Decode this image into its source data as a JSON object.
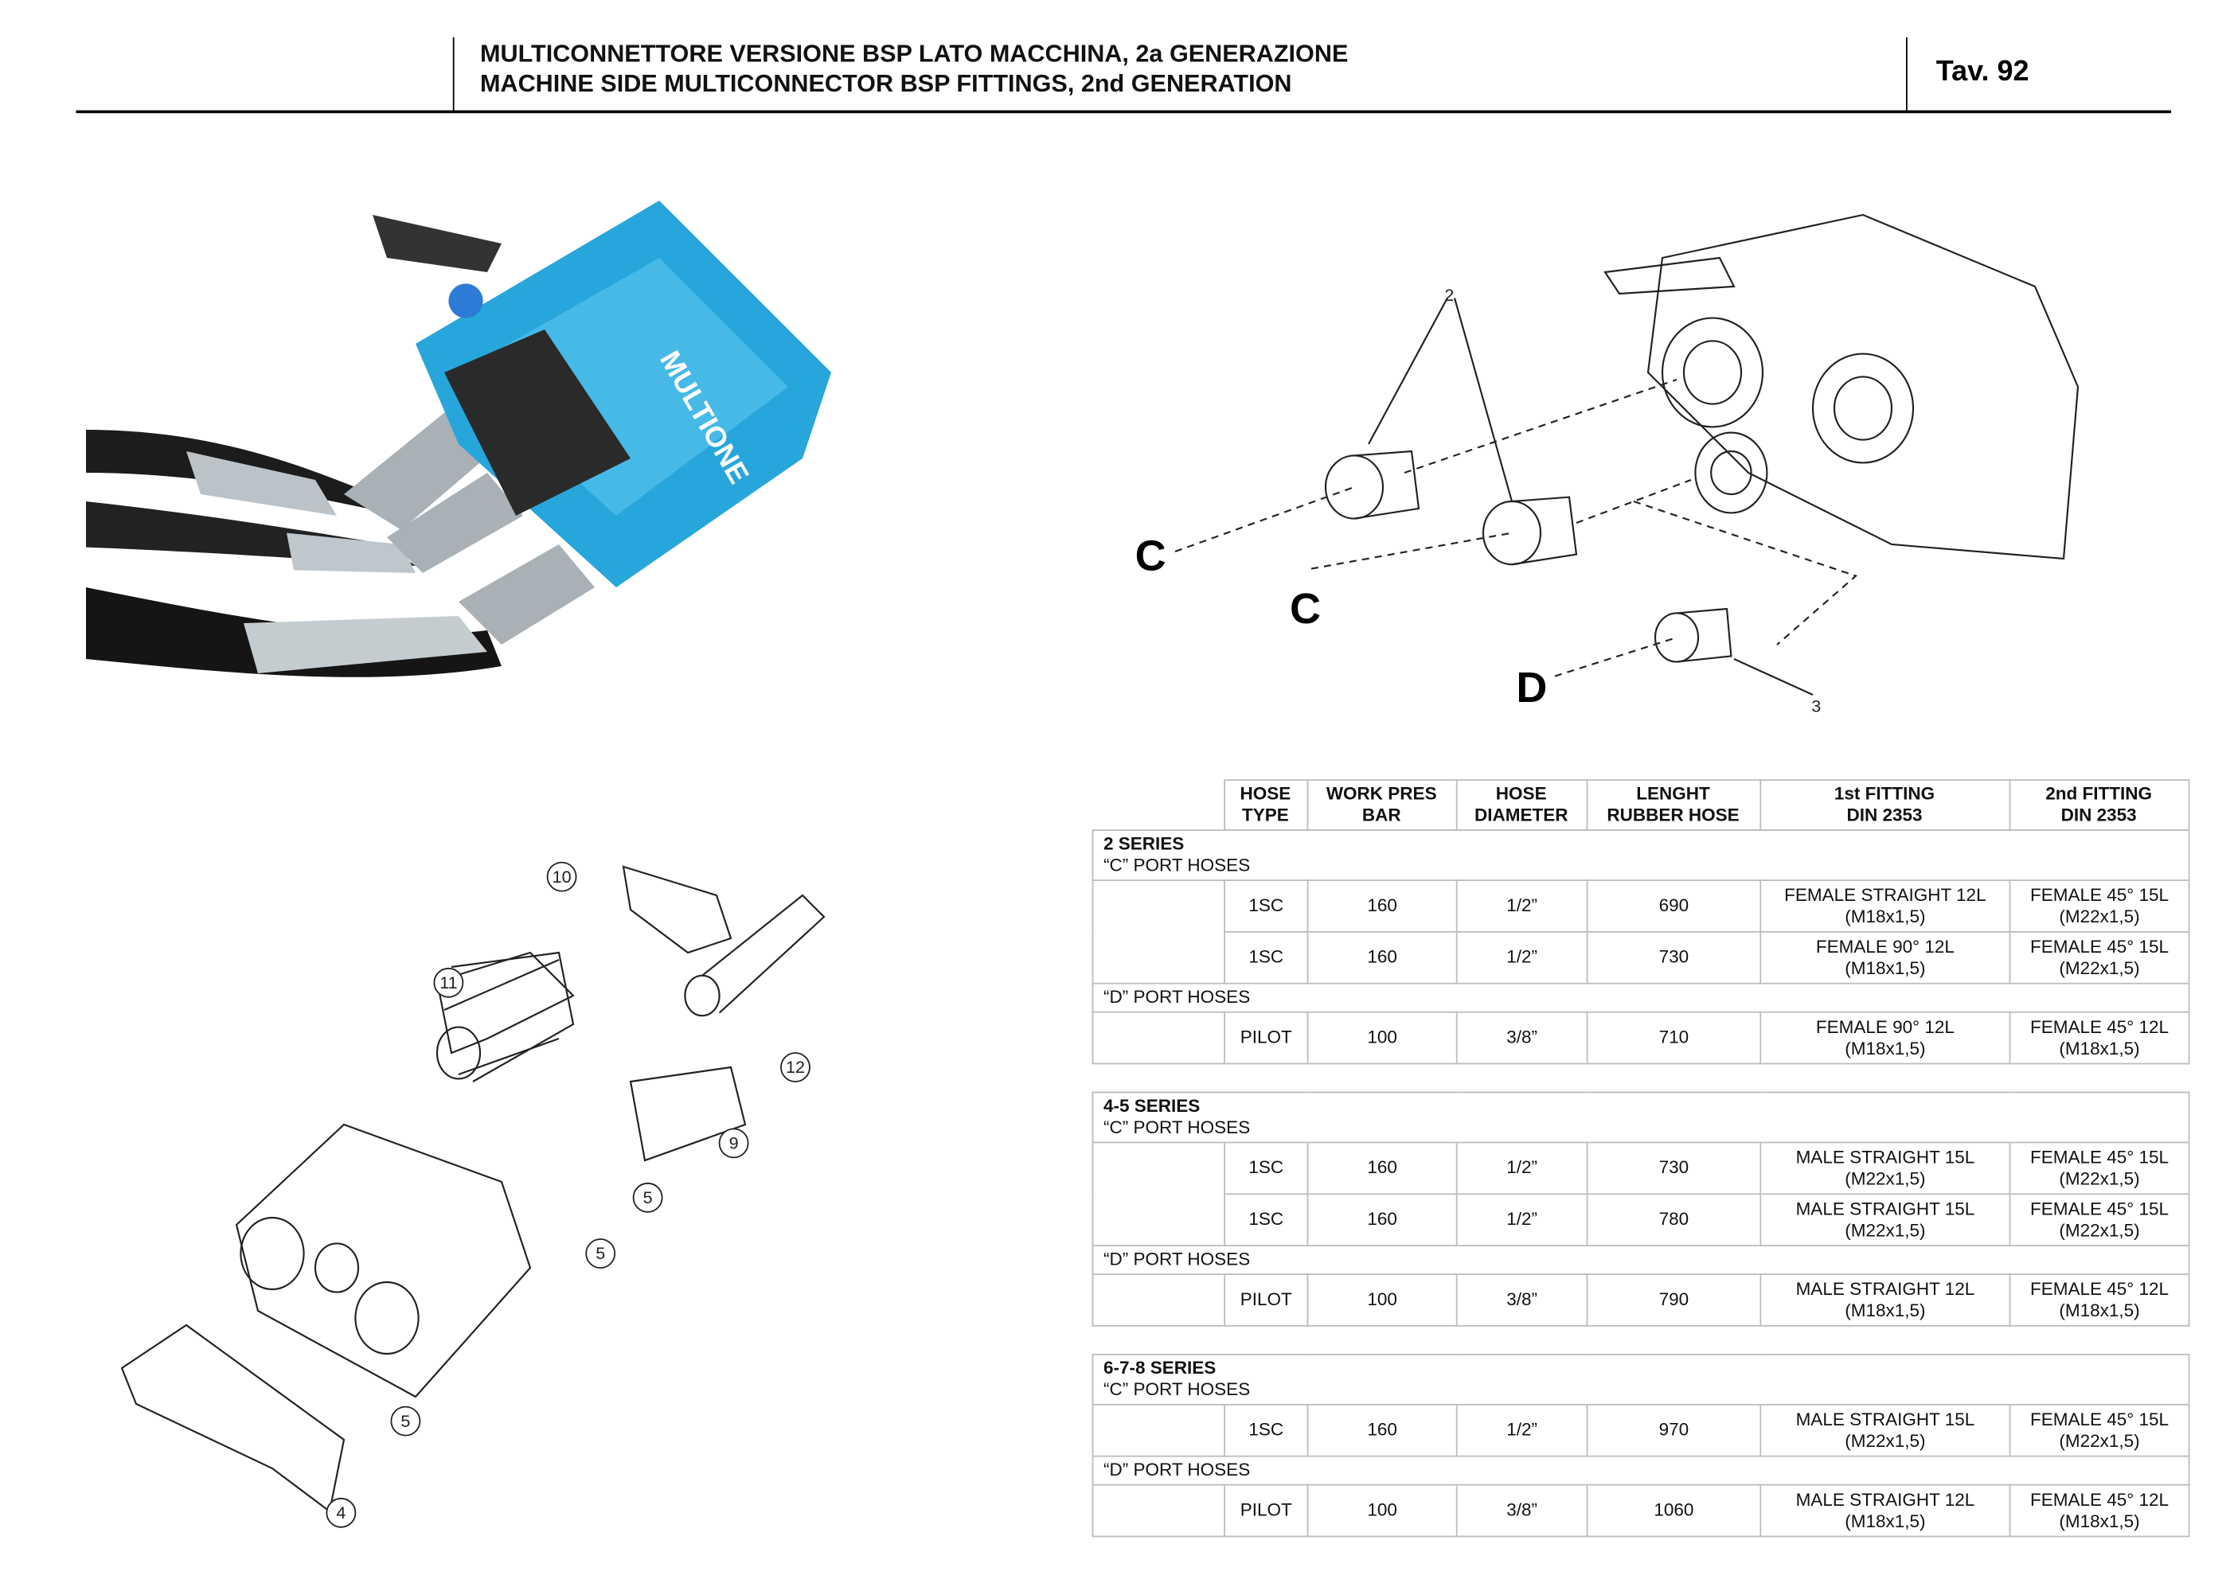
{
  "header": {
    "title_it": "MULTICONNETTORE VERSIONE BSP LATO MACCHINA, 2a GENERAZIONE",
    "title_en": "MACHINE SIDE MULTICONNECTOR BSP FITTINGS, 2nd GENERATION",
    "table_number": "Tav. 92"
  },
  "photo": {
    "brand": "MULTIONE"
  },
  "assembly_diagram": {
    "callouts": [
      "2",
      "3"
    ],
    "ports": [
      "C",
      "C",
      "D"
    ]
  },
  "exploded_diagram": {
    "callouts": [
      "10",
      "11",
      "12",
      "9",
      "5",
      "5",
      "5",
      "4"
    ]
  },
  "table": {
    "columns": [
      [
        "",
        ""
      ],
      [
        "HOSE",
        "TYPE"
      ],
      [
        "WORK PRES",
        "BAR"
      ],
      [
        "HOSE",
        "DIAMETER"
      ],
      [
        "LENGHT",
        "RUBBER HOSE"
      ],
      [
        "1st FITTING",
        "DIN 2353"
      ],
      [
        "2nd FITTING",
        "DIN 2353"
      ]
    ],
    "groups": [
      {
        "series": "2 SERIES",
        "c_label": "“C” PORT HOSES",
        "c_rows": [
          [
            "1SC",
            "160",
            "1/2”",
            "690",
            "FEMALE STRAIGHT 12L",
            "(M18x1,5)",
            "FEMALE 45° 15L",
            "(M22x1,5)"
          ],
          [
            "1SC",
            "160",
            "1/2”",
            "730",
            "FEMALE 90° 12L",
            "(M18x1,5)",
            "FEMALE 45° 15L",
            "(M22x1,5)"
          ]
        ],
        "d_label": "“D” PORT HOSES",
        "d_rows": [
          [
            "PILOT",
            "100",
            "3/8”",
            "710",
            "FEMALE 90° 12L",
            "(M18x1,5)",
            "FEMALE 45° 12L",
            "(M18x1,5)"
          ]
        ]
      },
      {
        "series": "4-5 SERIES",
        "c_label": "“C” PORT HOSES",
        "c_rows": [
          [
            "1SC",
            "160",
            "1/2”",
            "730",
            "MALE STRAIGHT 15L",
            "(M22x1,5)",
            "FEMALE 45° 15L",
            "(M22x1,5)"
          ],
          [
            "1SC",
            "160",
            "1/2”",
            "780",
            "MALE STRAIGHT 15L",
            "(M22x1,5)",
            "FEMALE 45° 15L",
            "(M22x1,5)"
          ]
        ],
        "d_label": "“D” PORT HOSES",
        "d_rows": [
          [
            "PILOT",
            "100",
            "3/8”",
            "790",
            "MALE STRAIGHT 12L",
            "(M18x1,5)",
            "FEMALE 45° 12L",
            "(M18x1,5)"
          ]
        ]
      },
      {
        "series": "6-7-8 SERIES",
        "c_label": "“C” PORT HOSES",
        "c_rows": [
          [
            "1SC",
            "160",
            "1/2”",
            "970",
            "MALE STRAIGHT 15L",
            "(M22x1,5)",
            "FEMALE 45° 15L",
            "(M22x1,5)"
          ]
        ],
        "d_label": "“D” PORT HOSES",
        "d_rows": [
          [
            "PILOT",
            "100",
            "3/8”",
            "1060",
            "MALE STRAIGHT 12L",
            "(M18x1,5)",
            "FEMALE 45° 12L",
            "(M18x1,5)"
          ]
        ]
      }
    ]
  }
}
